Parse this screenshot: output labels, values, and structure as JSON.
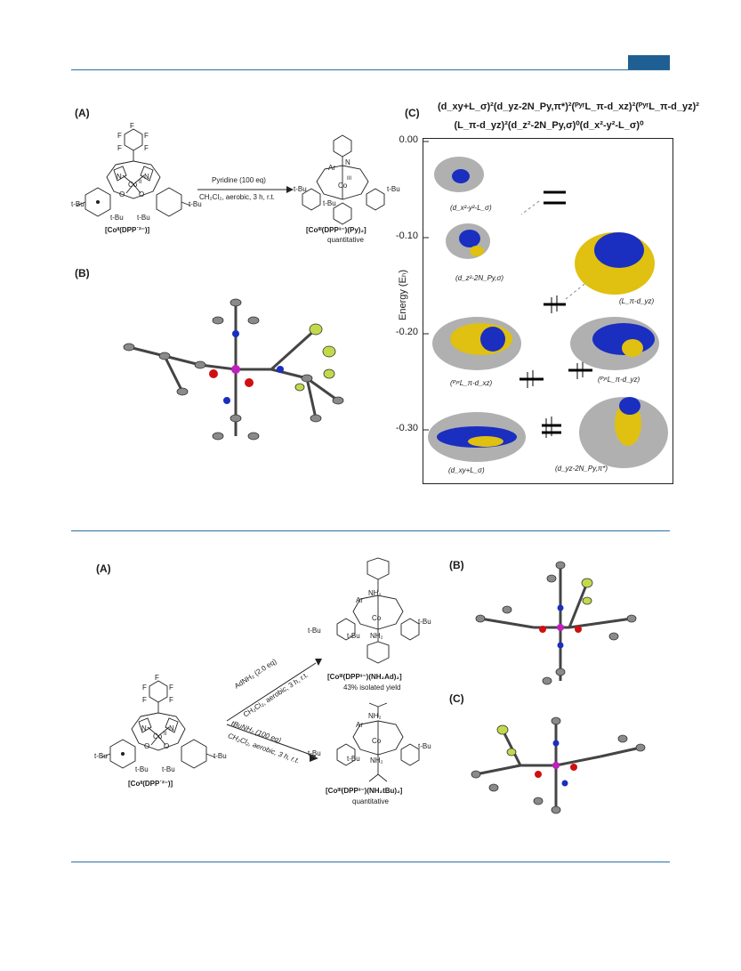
{
  "header": {
    "accent": "#1f5f93"
  },
  "figure1": {
    "panel_a_label": "(A)",
    "panel_b_label": "(B)",
    "panel_c_label": "(C)",
    "reactant_name": "[Coᴵᴵ(DPP˙²⁻)]",
    "reaction_conditions_1": "Pyridine (100 eq)",
    "reaction_conditions_2": "CH₂Cl₂, aerobic, 3 h, r.t.",
    "product_name": "[Coᴵᴵᴵ(DPP³⁻)(Py)₂]",
    "product_yield": "quantitative",
    "atom_labels": {
      "F": "F",
      "N": "N",
      "O": "O",
      "Co": "Co",
      "coII": "II",
      "coIII": "III",
      "tBu": "t-Bu",
      "Ar": "Ar"
    },
    "config_line_1": "(d_xy+L_σ)²(d_yz-2N_Py,π*)²(ᴾʸʳL_π-d_xz)²(ᴾʸʳL_π-d_yz)²",
    "config_line_2": "(L_π-d_yz)²(d_z²-2N_Py,σ)⁰(d_x²-y²-L_σ)⁰",
    "axis_title": "Energy (Eₕ)",
    "yticks": [
      "0.00",
      "-0.10",
      "-0.20",
      "-0.30"
    ],
    "orbitals": [
      "(d_x²-y²-L_σ)",
      "(d_z²-2N_Py,σ)",
      "(L_π-d_yz)",
      "(ᴾʸʳL_π-d_xz)",
      "(ᴾʸʳL_π-d_yz)",
      "(d_xy+L_σ)",
      "(d_yz-2N_Py,π*)"
    ]
  },
  "figure2": {
    "panel_a_label": "(A)",
    "panel_b_label": "(B)",
    "panel_c_label": "(C)",
    "reactant_name": "[Coᴵᴵ(DPP˙²⁻)]",
    "upper_conditions_1": "AdNH₂ (2.0 eq)",
    "upper_conditions_2": "CH₂Cl₂, aerobic, 3 h, r.t.",
    "upper_product": "[Coᴵᴵᴵ(DPP³⁻)(NH₂Ad)₂]",
    "upper_yield": "43% isolated yield",
    "lower_conditions_1": "tBuNH₂ (100 eq)",
    "lower_conditions_2": "CH₂Cl₂, aerobic, 3 h, r.t.",
    "lower_product": "[Coᴵᴵᴵ(DPP³⁻)(NH₂tBu)₂]",
    "lower_yield": "quantitative",
    "atom_labels": {
      "NH2": "NH₂"
    }
  }
}
